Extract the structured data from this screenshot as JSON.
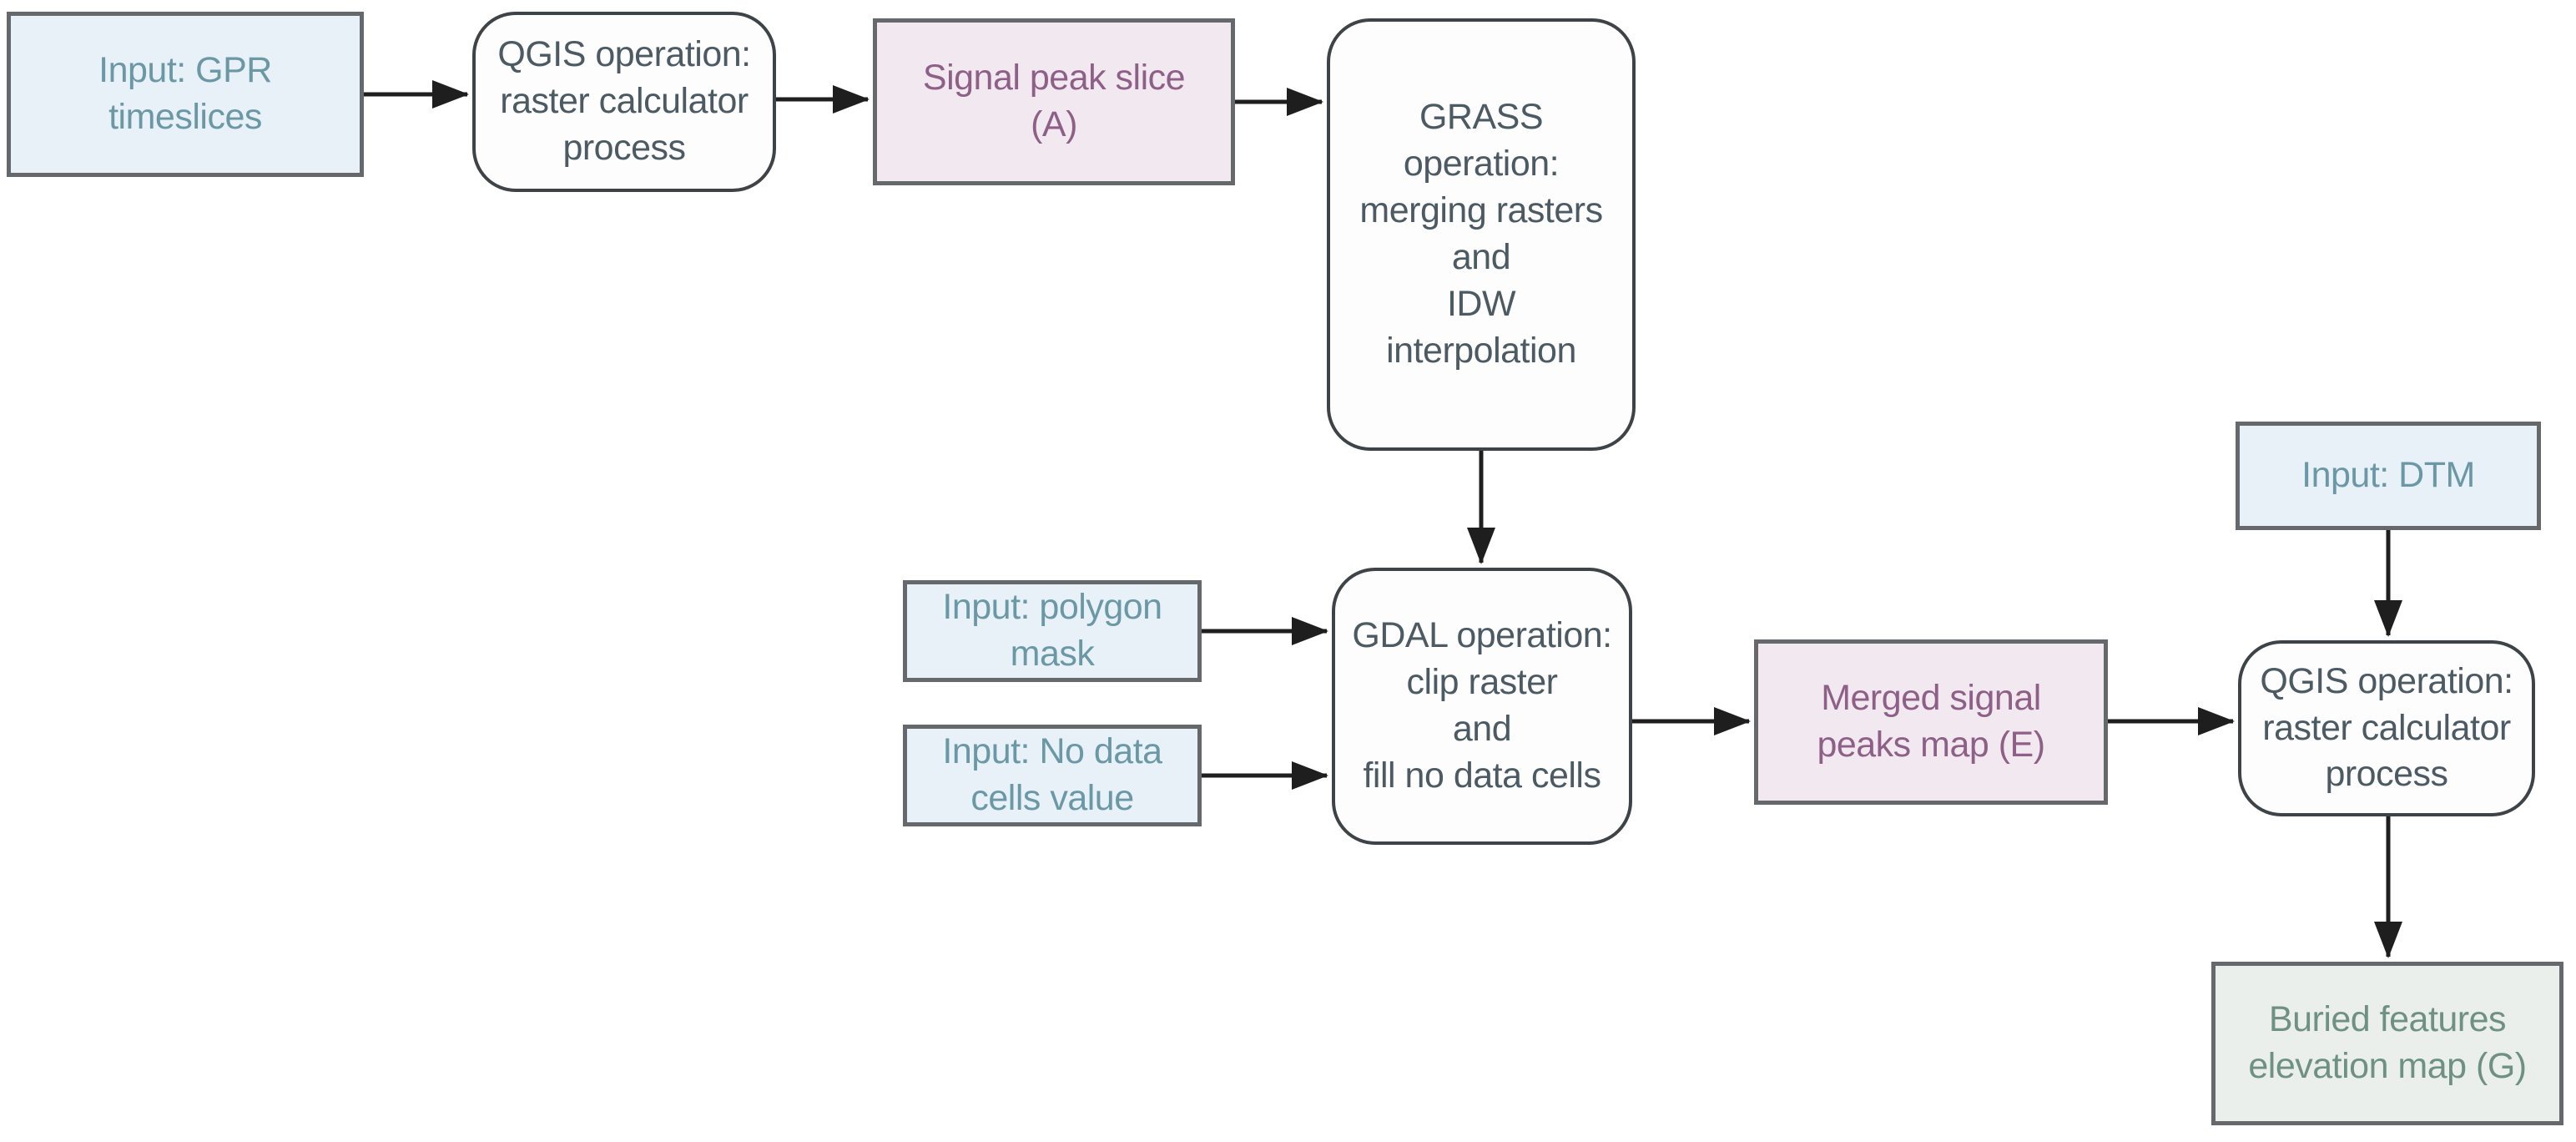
{
  "colors": {
    "background": "#ffffff",
    "arrow_color": "#1e1e1e",
    "rect_border": "#66696c",
    "process_border": "#3d4347",
    "input_fill": "#e8f0f8",
    "input_text": "#6a98a4",
    "process_fill": "#fdfdfd",
    "process_text": "#4b5a63",
    "artifact_pink_fill": "#f1e9ef",
    "artifact_pink_text": "#8e6088",
    "artifact_green_fill": "#eaefeb",
    "artifact_green_text": "#6f9184"
  },
  "nodes": {
    "input_gpr": {
      "type": "input",
      "label": "Input: GPR\ntimeslices"
    },
    "qgis_calc_1": {
      "type": "process",
      "label": "QGIS operation:\nraster calculator\nprocess"
    },
    "signal_peak": {
      "type": "artifact-pink",
      "label": "Signal peak slice\n(A)"
    },
    "grass": {
      "type": "process",
      "label": "GRASS\noperation:\nmerging rasters\nand\nIDW\ninterpolation"
    },
    "input_polygon": {
      "type": "input",
      "label": "Input: polygon\nmask"
    },
    "input_nodata": {
      "type": "input",
      "label": "Input: No data\ncells value"
    },
    "gdal": {
      "type": "process",
      "label": "GDAL operation:\nclip raster\nand\nfill no data cells"
    },
    "merged_peaks": {
      "type": "artifact-pink",
      "label": "Merged signal\npeaks map (E)"
    },
    "input_dtm": {
      "type": "input",
      "label": "Input: DTM"
    },
    "qgis_calc_2": {
      "type": "process",
      "label": "QGIS operation:\nraster calculator\nprocess"
    },
    "buried_features": {
      "type": "artifact-green",
      "label": "Buried features\nelevation map (G)"
    }
  },
  "connections": [
    {
      "from": "input_gpr",
      "to": "qgis_calc_1"
    },
    {
      "from": "qgis_calc_1",
      "to": "signal_peak"
    },
    {
      "from": "signal_peak",
      "to": "grass"
    },
    {
      "from": "grass",
      "to": "gdal"
    },
    {
      "from": "input_polygon",
      "to": "gdal"
    },
    {
      "from": "input_nodata",
      "to": "gdal"
    },
    {
      "from": "gdal",
      "to": "merged_peaks"
    },
    {
      "from": "input_dtm",
      "to": "qgis_calc_2"
    },
    {
      "from": "merged_peaks",
      "to": "qgis_calc_2"
    },
    {
      "from": "qgis_calc_2",
      "to": "buried_features"
    }
  ]
}
